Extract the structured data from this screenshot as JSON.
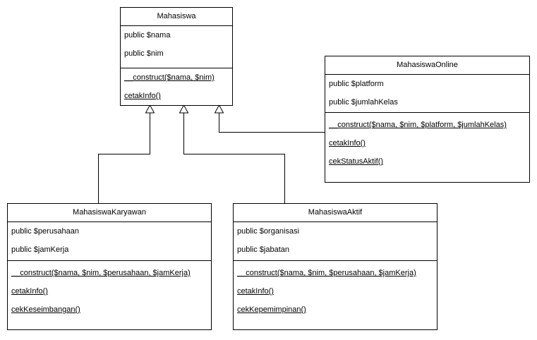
{
  "classes": {
    "mahasiswa": {
      "name": "Mahasiswa",
      "attributes": [
        "public $nama",
        "public $nim"
      ],
      "methods": [
        "__construct($nama, $nim)",
        "cetakInfo()"
      ]
    },
    "online": {
      "name": "MahasiswaOnline",
      "attributes": [
        "public $platform",
        "public $jumlahKelas"
      ],
      "methods": [
        "__construct($nama, $nim, $platform, $jumlahKelas)",
        "cetakInfo()",
        "cekStatusAktif()"
      ]
    },
    "karyawan": {
      "name": "MahasiswaKaryawan",
      "attributes": [
        "public $perusahaan",
        "public $jamKerja"
      ],
      "methods": [
        "__construct($nama, $nim, $perusahaan, $jamKerja)",
        "cetakInfo()",
        "cekKeseimbangan()"
      ]
    },
    "aktif": {
      "name": "MahasiswaAktif",
      "attributes": [
        "public $organisasi",
        "public $jabatan"
      ],
      "methods": [
        "__construct($nama, $nim, $perusahaan, $jamKerja)",
        "cetakInfo()",
        "cekKepemimpinan()"
      ]
    }
  },
  "relations": [
    {
      "type": "inheritance",
      "from": "MahasiswaKaryawan",
      "to": "Mahasiswa"
    },
    {
      "type": "inheritance",
      "from": "MahasiswaAktif",
      "to": "Mahasiswa"
    },
    {
      "type": "inheritance",
      "from": "MahasiswaOnline",
      "to": "Mahasiswa"
    }
  ]
}
